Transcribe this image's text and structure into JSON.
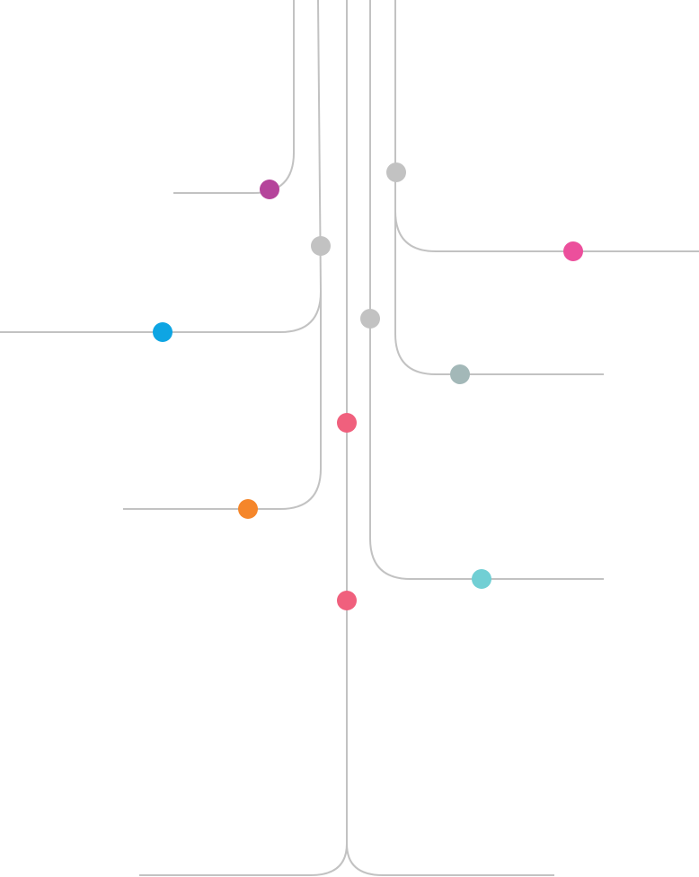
{
  "diagram": {
    "line_color": "#c2c2c2",
    "junction_color": "#c2c2c2",
    "nodes": [
      {
        "id": "purple-node",
        "color": "#b5449b"
      },
      {
        "id": "magenta-node",
        "color": "#ec4f9c"
      },
      {
        "id": "blue-node",
        "color": "#0ea5e3"
      },
      {
        "id": "slate-node",
        "color": "#a3b8b8"
      },
      {
        "id": "pink-node-upper",
        "color": "#f0607d"
      },
      {
        "id": "orange-node",
        "color": "#f5862a"
      },
      {
        "id": "teal-node",
        "color": "#71cfd4"
      },
      {
        "id": "pink-node-lower",
        "color": "#f0607d"
      }
    ],
    "junctions": [
      {
        "id": "junction-right-upper"
      },
      {
        "id": "junction-left-middle"
      },
      {
        "id": "junction-center-right"
      }
    ]
  }
}
